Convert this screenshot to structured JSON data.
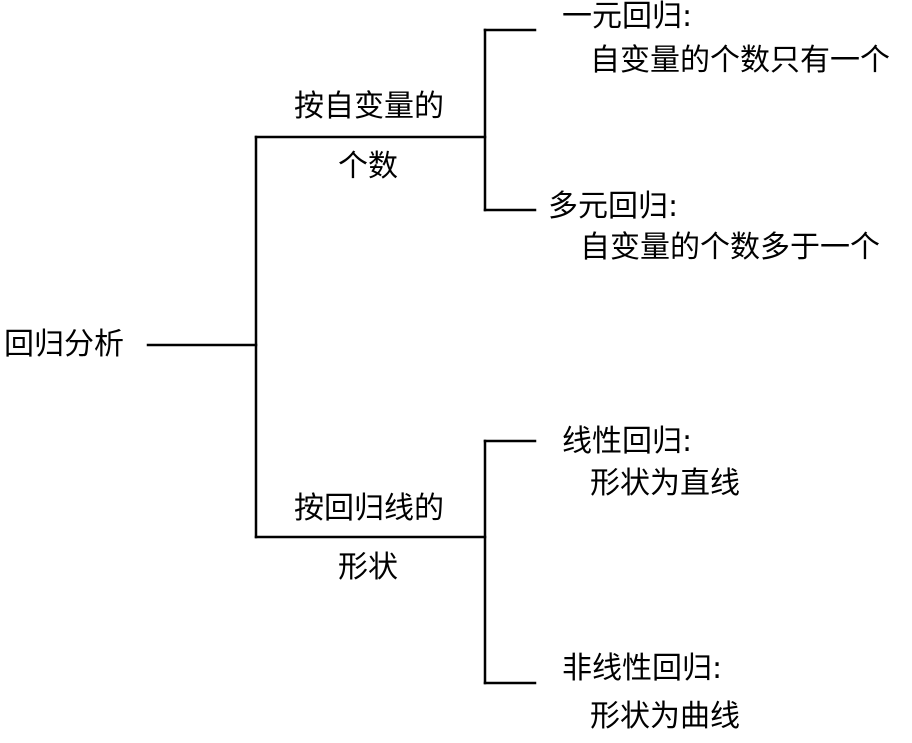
{
  "root": "回归分析",
  "branches": [
    {
      "label_line1": "按自变量的",
      "label_line2": "个数",
      "leaves": [
        {
          "title": "一元回归:",
          "desc": "自变量的个数只有一个"
        },
        {
          "title": "多元回归:",
          "desc": "自变量的个数多于一个"
        }
      ]
    },
    {
      "label_line1": "按回归线的",
      "label_line2": "形状",
      "leaves": [
        {
          "title": "线性回归:",
          "desc": "形状为直线"
        },
        {
          "title": "非线性回归:",
          "desc": "形状为曲线"
        }
      ]
    }
  ],
  "colors": {
    "line": "#000000",
    "text": "#000000",
    "background": "#ffffff"
  }
}
